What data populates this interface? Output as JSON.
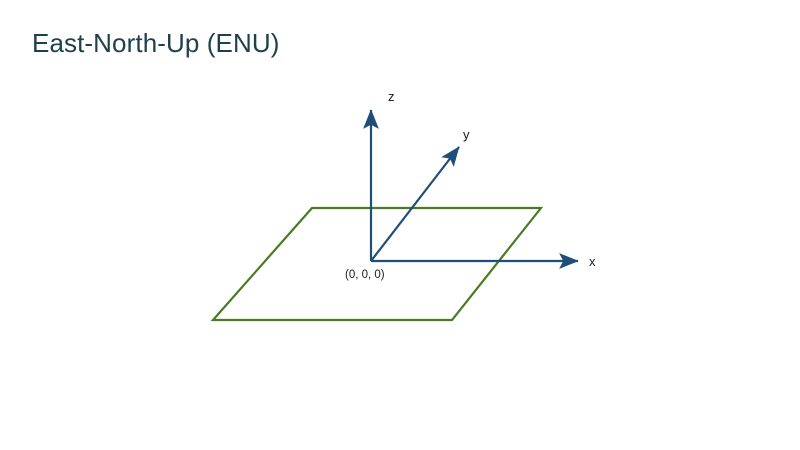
{
  "slide": {
    "title": "East-North-Up (ENU)",
    "background_color": "#ffffff",
    "title_color": "#20404c"
  },
  "diagram": {
    "name": "enu-coordinate-frame",
    "axis_color": "#1f4e79",
    "plane_color": "#4a7a23",
    "label_color": "#181818",
    "origin_label": "(0, 0, 0)",
    "axes": [
      {
        "id": "x",
        "label": "x",
        "direction": "east-right"
      },
      {
        "id": "y",
        "label": "y",
        "direction": "north-upper-right"
      },
      {
        "id": "z",
        "label": "z",
        "direction": "up"
      }
    ],
    "ground_plane_label": "horizontal-plane"
  },
  "chart_data": {
    "type": "scatter",
    "title": "East-North-Up (ENU)",
    "xlabel": "x",
    "ylabel": "y",
    "zlabel": "z",
    "origin": [
      0,
      0,
      0
    ],
    "axis_vectors": [
      {
        "name": "x",
        "label": "x",
        "from": [
          371,
          261
        ],
        "to": [
          582,
          261
        ]
      },
      {
        "name": "y",
        "label": "y",
        "from": [
          371,
          261
        ],
        "to": [
          462,
          143
        ]
      },
      {
        "name": "z",
        "label": "z",
        "from": [
          371,
          261
        ],
        "to": [
          371,
          106
        ]
      }
    ],
    "plane_corners": [
      [
        312,
        208
      ],
      [
        541,
        208
      ],
      [
        452,
        320
      ],
      [
        213,
        320
      ]
    ],
    "grid": false,
    "legend": "none"
  }
}
